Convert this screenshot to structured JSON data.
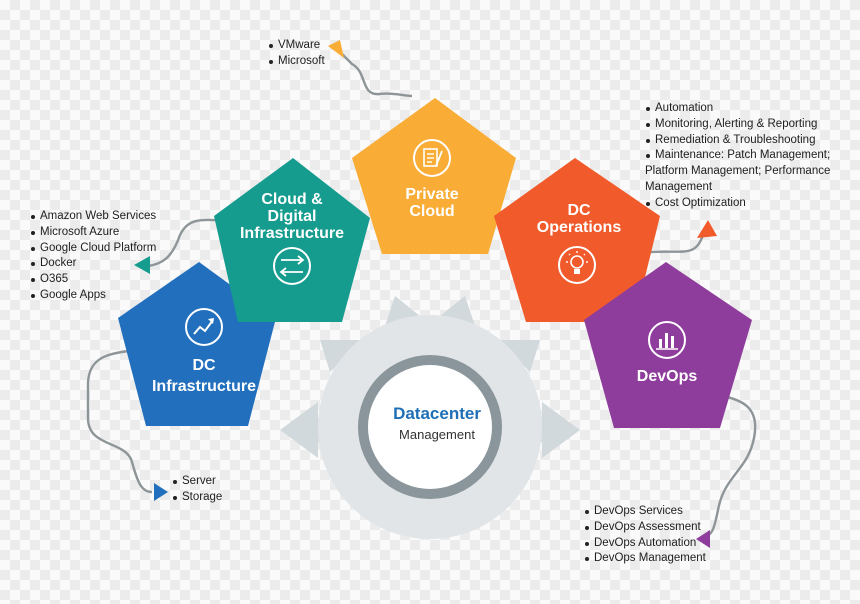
{
  "center": {
    "title": "Datacenter",
    "subtitle": "Management"
  },
  "pentagons": {
    "dc_infrastructure": {
      "lines": [
        "DC",
        "Infrastructure"
      ],
      "color": "#2270bd",
      "icon": "trend-chart-icon"
    },
    "cloud_digital": {
      "lines": [
        "Cloud &",
        "Digital",
        "Infrastructure"
      ],
      "color": "#159c8e",
      "icon": "transfer-arrows-icon"
    },
    "private_cloud": {
      "lines": [
        "Private",
        "Cloud"
      ],
      "color": "#f9ac36",
      "icon": "document-icon"
    },
    "dc_operations": {
      "lines": [
        "DC",
        "Operations"
      ],
      "color": "#f15a2b",
      "icon": "lightbulb-icon"
    },
    "devops": {
      "lines": [
        "DevOps"
      ],
      "color": "#8f3d9c",
      "icon": "bar-chart-icon"
    }
  },
  "lists": {
    "private_cloud": [
      "VMware",
      "Microsoft"
    ],
    "cloud_digital": [
      "Amazon Web Services",
      "Microsoft Azure",
      "Google Cloud Platform",
      "Docker",
      "O365",
      "Google Apps"
    ],
    "dc_infrastructure": [
      "Server",
      "Storage"
    ],
    "dc_operations": [
      "Automation",
      "Monitoring, Alerting & Reporting",
      "Remediation & Troubleshooting",
      "Maintenance: Patch Management;",
      "Platform Management; Performance",
      "Management",
      "Cost Optimization"
    ],
    "devops": [
      "DevOps Services",
      "DevOps Assessment",
      "DevOps Automation",
      "DevOps Management"
    ]
  }
}
